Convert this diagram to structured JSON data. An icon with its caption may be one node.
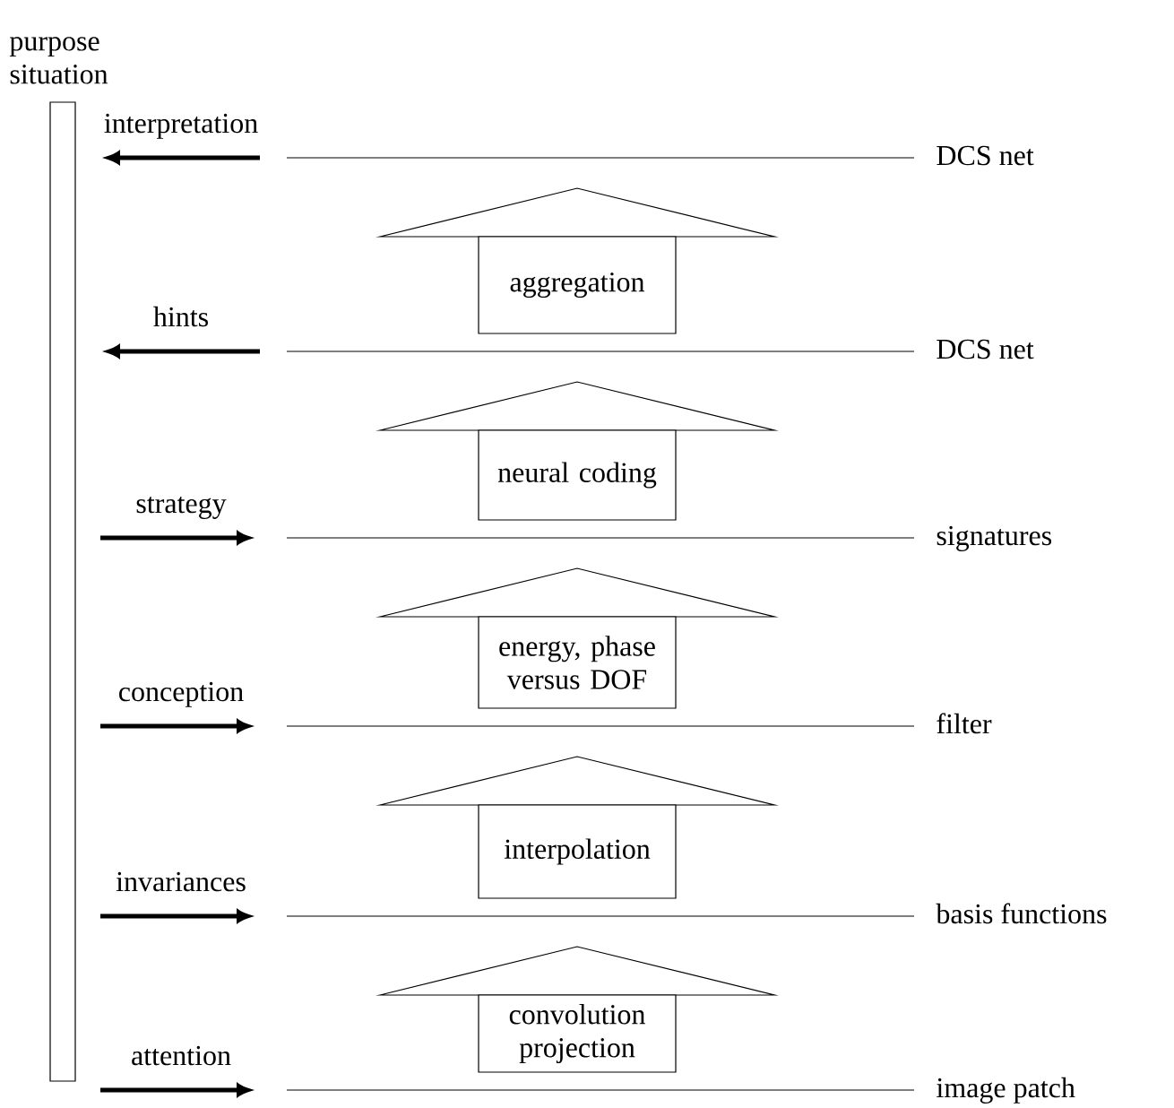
{
  "diagram": {
    "nodes": [
      {
        "text": [
          "purpose situation"
        ]
      },
      {
        "text": [
          "aggregation"
        ]
      },
      {
        "text": [
          "neural coding"
        ]
      },
      {
        "text": [
          "energy, phase versus DOF"
        ]
      },
      {
        "text": [
          "interpolation"
        ]
      },
      {
        "text": [
          "convolution projection"
        ]
      }
    ],
    "labels": [
      "interpretation",
      "DCS net",
      "hints",
      "DCS net",
      "strategy",
      "signatures",
      "conception",
      "filter",
      "invariances",
      "basis functions",
      "attention",
      "image patch"
    ]
  }
}
